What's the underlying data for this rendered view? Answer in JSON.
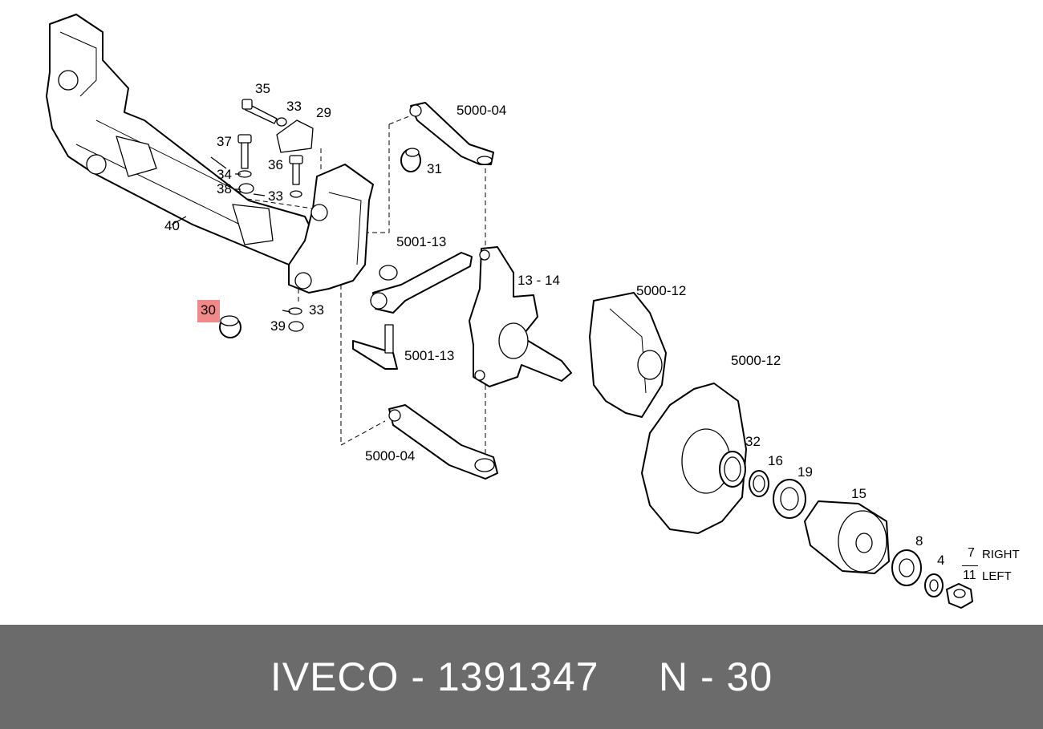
{
  "callouts": [
    {
      "id": "c35",
      "text": "35"
    },
    {
      "id": "c33a",
      "text": "33"
    },
    {
      "id": "c29",
      "text": "29"
    },
    {
      "id": "c37",
      "text": "37"
    },
    {
      "id": "c36",
      "text": "36"
    },
    {
      "id": "c34",
      "text": "34"
    },
    {
      "id": "c38",
      "text": "38"
    },
    {
      "id": "c33b",
      "text": "33"
    },
    {
      "id": "c40",
      "text": "40"
    },
    {
      "id": "c30",
      "text": "30"
    },
    {
      "id": "c33c",
      "text": "33"
    },
    {
      "id": "c39",
      "text": "39"
    },
    {
      "id": "c5000_04a",
      "text": "5000-04"
    },
    {
      "id": "c31",
      "text": "31"
    },
    {
      "id": "c5001_13a",
      "text": "5001-13"
    },
    {
      "id": "c13_14",
      "text": "13 - 14"
    },
    {
      "id": "c5001_13b",
      "text": "5001-13"
    },
    {
      "id": "c5000_12a",
      "text": "5000-12"
    },
    {
      "id": "c5000_12b",
      "text": "5000-12"
    },
    {
      "id": "c5000_04b",
      "text": "5000-04"
    },
    {
      "id": "c32",
      "text": "32"
    },
    {
      "id": "c16",
      "text": "16"
    },
    {
      "id": "c19",
      "text": "19"
    },
    {
      "id": "c15",
      "text": "15"
    },
    {
      "id": "c8",
      "text": "8"
    },
    {
      "id": "c4",
      "text": "4"
    }
  ],
  "highlighted_part": "30",
  "highlight_color": "#f08a8a",
  "legend": {
    "right_num": "7",
    "right_label": "RIGHT",
    "left_num": "11",
    "left_label": "LEFT"
  },
  "footer": {
    "text": "IVECO - 1391347     N - 30",
    "background": "#6b6b6b",
    "color": "#ffffff"
  }
}
